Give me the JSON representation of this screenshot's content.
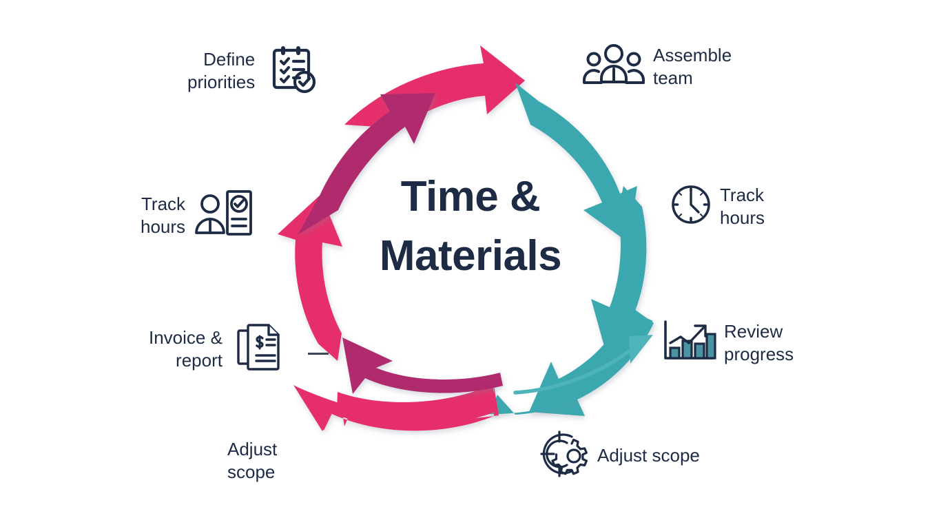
{
  "diagram": {
    "title": "Time &\nMaterials",
    "type": "cycle-diagram",
    "background_color": "#ffffff",
    "title_color": "#1d2b45",
    "colors": {
      "pink_bright": "#e62e6b",
      "pink_dark": "#b02a6e",
      "teal": "#3ba8b0",
      "teal_light": "#4fb3bb",
      "icon_stroke": "#1d2b45"
    },
    "nodes": [
      {
        "id": "define-priorities",
        "label": "Define\npriorities",
        "icon": "clipboard-checklist-icon",
        "label_side": "left",
        "position": "top-left"
      },
      {
        "id": "assemble-team",
        "label": "Assemble\nteam",
        "icon": "team-group-icon",
        "label_side": "right",
        "position": "top-right"
      },
      {
        "id": "track-hours-right",
        "label": "Track\nhours",
        "icon": "clock-icon",
        "label_side": "right",
        "position": "right"
      },
      {
        "id": "review-progress",
        "label": "Review\nprogress",
        "icon": "bar-chart-growth-icon",
        "label_side": "right",
        "position": "bottom-right"
      },
      {
        "id": "adjust-scope-right",
        "label": "Adjust scope",
        "icon": "target-gear-icon",
        "label_side": "right",
        "position": "bottom"
      },
      {
        "id": "adjust-scope-left",
        "label": "Adjust\nscope",
        "icon": "none",
        "label_side": "right",
        "position": "bottom-left"
      },
      {
        "id": "invoice-report",
        "label": "Invoice &\nreport",
        "icon": "invoice-document-icon",
        "label_side": "left",
        "position": "left-lower"
      },
      {
        "id": "track-hours-left",
        "label": "Track\nhours",
        "icon": "person-timesheet-icon",
        "label_side": "left",
        "position": "left-upper"
      }
    ],
    "arrows": [
      {
        "id": "arrow-top-pink",
        "color": "#e62e6b",
        "direction": "clockwise",
        "segment": "top"
      },
      {
        "id": "arrow-upper-right-teal",
        "color": "#3ba8b0",
        "direction": "clockwise",
        "segment": "upper-right"
      },
      {
        "id": "arrow-right-teal",
        "color": "#3ba8b0",
        "direction": "clockwise",
        "segment": "right"
      },
      {
        "id": "arrow-lower-right-teal",
        "color": "#3ba8b0",
        "direction": "clockwise",
        "segment": "lower-right"
      },
      {
        "id": "arrow-bottom-pink",
        "color": "#e62e6b",
        "direction": "clockwise",
        "segment": "bottom"
      },
      {
        "id": "arrow-bottom-left-plum",
        "color": "#b02a6e",
        "direction": "counter-clockwise",
        "segment": "bottom-left"
      },
      {
        "id": "arrow-left-pink",
        "color": "#e62e6b",
        "direction": "counter-clockwise",
        "segment": "left"
      },
      {
        "id": "arrow-upper-left-plum",
        "color": "#b02a6e",
        "direction": "counter-clockwise",
        "segment": "upper-left"
      },
      {
        "id": "arrow-thin-curve-teal",
        "color": "#4fb3bb",
        "direction": "to-review-progress",
        "segment": "bottom-right-thin"
      }
    ]
  }
}
